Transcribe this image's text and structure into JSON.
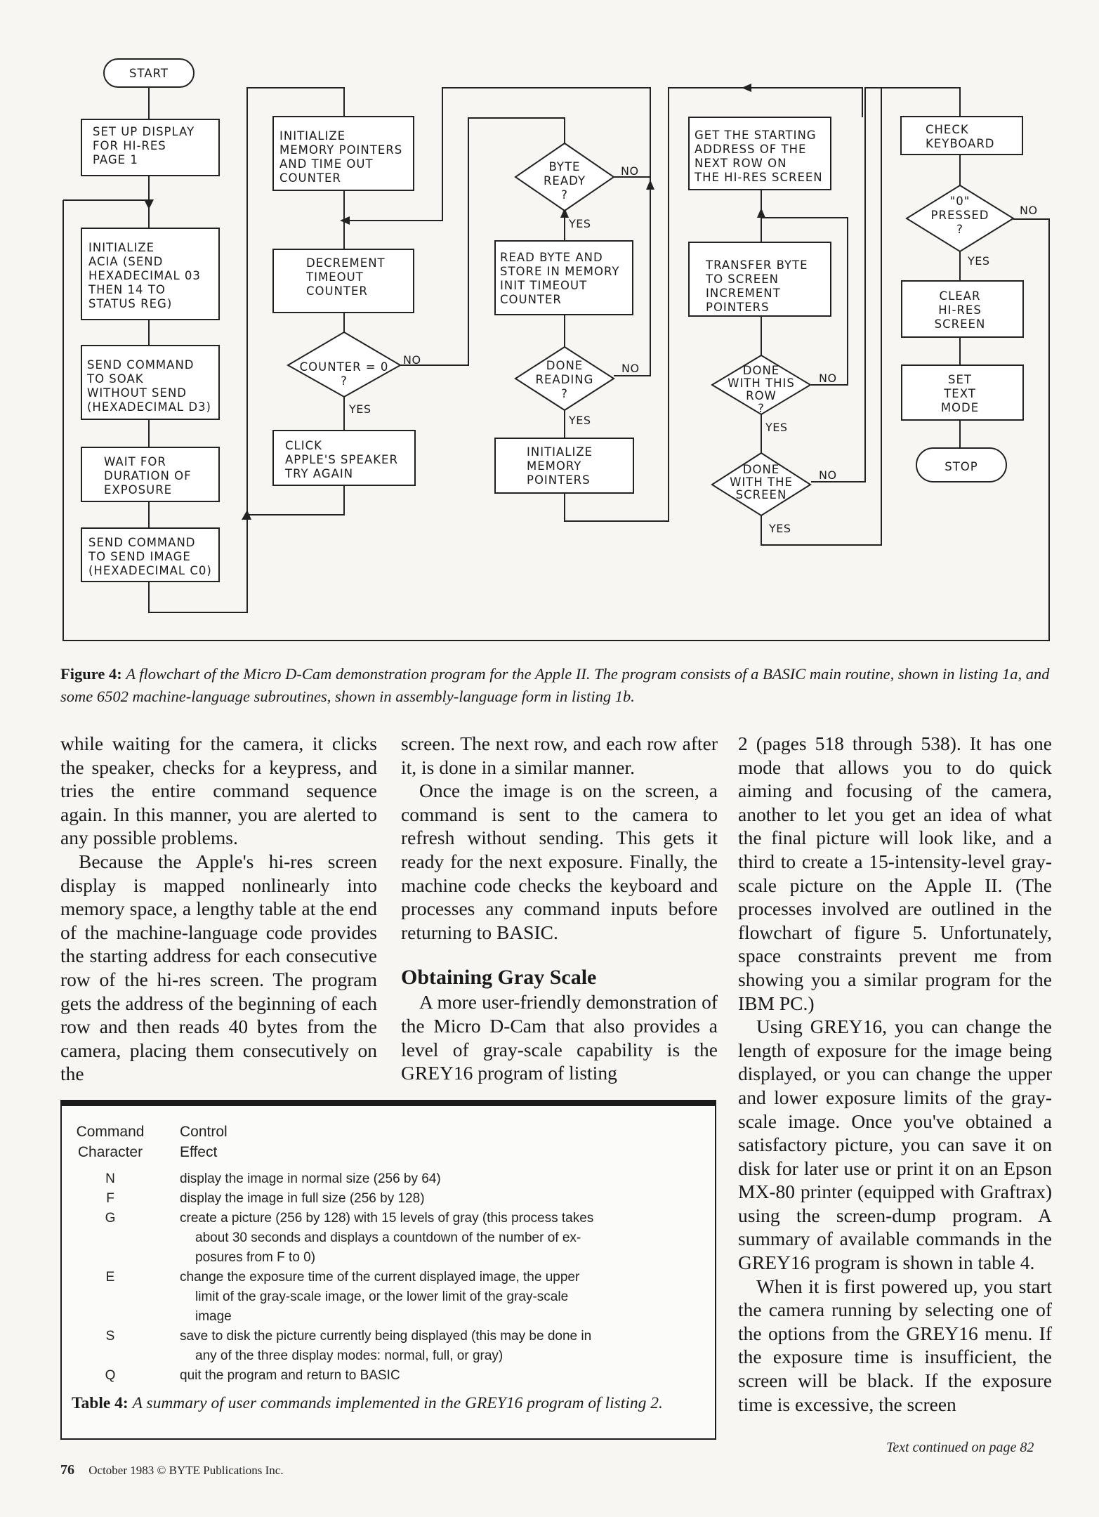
{
  "flowchart": {
    "start": "START",
    "col1": [
      "SET UP DISPLAY|FOR HI-RES|PAGE 1",
      "INITIALIZE|ACIA (SEND|HEXADECIMAL 03|THEN 14 TO|STATUS REG)",
      "SEND COMMAND|TO SOAK|WITHOUT SEND|(HEXADECIMAL D3)",
      "WAIT FOR|DURATION OF|EXPOSURE",
      "SEND COMMAND|TO SEND IMAGE|(HEXADECIMAL C0)"
    ],
    "col2": [
      "INITIALIZE|MEMORY POINTERS|AND TIME OUT|COUNTER",
      "DECREMENT|TIMEOUT|COUNTER",
      "COUNTER = 0|?",
      "CLICK|APPLE'S SPEAKER|TRY AGAIN"
    ],
    "col3": [
      "BYTE|READY|?",
      "READ BYTE AND|STORE IN MEMORY|INIT TIMEOUT|COUNTER",
      "DONE|READING|?",
      "INITIALIZE|MEMORY|POINTERS"
    ],
    "col4": [
      "GET THE STARTING|ADDRESS OF THE|NEXT ROW ON|THE HI-RES SCREEN",
      "TRANSFER BYTE|TO SCREEN|INCREMENT|POINTERS",
      "DONE|WITH THIS|ROW|?",
      "DONE|WITH THE|SCREEN"
    ],
    "col5": [
      "CHECK|KEYBOARD",
      "\"0\"|PRESSED|?",
      "CLEAR|HI-RES|SCREEN",
      "SET|TEXT|MODE",
      "STOP"
    ],
    "yes": "YES",
    "no": "NO"
  },
  "caption": {
    "label": "Figure 4:",
    "text": "A flowchart of the Micro D-Cam demonstration program for the Apple II. The program consists of a BASIC main routine, shown in listing 1a, and some 6502 machine-language subroutines, shown in assembly-language form in listing 1b."
  },
  "column1": {
    "p1": "while waiting for the camera, it clicks the speaker, checks for a keypress, and tries the entire command sequence again. In this manner, you are alerted to any possible problems.",
    "p2": "Because the Apple's hi-res screen display is mapped nonlinearly into memory space, a lengthy table at the end of the machine-language code provides the starting address for each consecutive row of the hi-res screen. The program gets the address of the beginning of each row and then reads 40 bytes from the camera, placing them consecutively on the"
  },
  "column2": {
    "p1": "screen. The next row, and each row after it, is done in a similar manner.",
    "p2": "Once the image is on the screen, a command is sent to the camera to refresh without sending. This gets it ready for the next exposure. Finally, the machine code checks the keyboard and processes any command inputs before returning to BASIC.",
    "heading": "Obtaining Gray Scale",
    "p3": "A more user-friendly demonstration of the Micro D-Cam that also provides a level of gray-scale capability is the GREY16 program of listing"
  },
  "column3": {
    "p1": "2 (pages 518 through 538). It has one mode that allows you to do quick aiming and focusing of the camera, another to let you get an idea of what the final picture will look like, and a third to create a 15-intensity-level gray-scale picture on the Apple II. (The processes involved are outlined in the flowchart of figure 5. Unfortunately, space constraints prevent me from showing you a similar program for the IBM PC.)",
    "p2": "Using GREY16, you can change the length of exposure for the image being displayed, or you can change the upper and lower exposure limits of the gray-scale image. Once you've obtained a satisfactory picture, you can save it on disk for later use or print it on an Epson MX-80 printer (equipped with Graftrax) using the screen-dump program. A summary of available commands in the GREY16 program is shown in table 4.",
    "p3": "When it is first powered up, you start the camera running by selecting one of the options from the GREY16 menu. If the exposure time is insufficient, the screen will be black. If the exposure time is excessive, the screen"
  },
  "table": {
    "h1a": "Command",
    "h1b": "Character",
    "h2a": "Control",
    "h2b": "Effect",
    "rows": [
      {
        "k": "N",
        "l1": "display the image in normal size (256 by 64)",
        "l2": "",
        "l3": ""
      },
      {
        "k": "F",
        "l1": "display the image in full size (256 by 128)",
        "l2": "",
        "l3": ""
      },
      {
        "k": "G",
        "l1": "create a picture (256 by 128) with 15 levels of gray (this process takes",
        "l2": "about 30 seconds and displays a countdown of the number of ex-",
        "l3": "posures from F to 0)"
      },
      {
        "k": "E",
        "l1": "change the exposure time of the current displayed image, the upper",
        "l2": "limit of the gray-scale image, or the lower limit of the gray-scale",
        "l3": "image"
      },
      {
        "k": "S",
        "l1": "save to disk the picture currently being displayed (this may be done in",
        "l2": "any of the three display modes: normal, full, or gray)",
        "l3": ""
      },
      {
        "k": "Q",
        "l1": "quit the program and return to BASIC",
        "l2": "",
        "l3": ""
      }
    ],
    "caption_label": "Table 4:",
    "caption_text": "A summary of user commands implemented in the GREY16 program of listing 2."
  },
  "continued": "Text continued on page 82",
  "footer": {
    "page": "76",
    "text": "October 1983 © BYTE Publications Inc."
  }
}
